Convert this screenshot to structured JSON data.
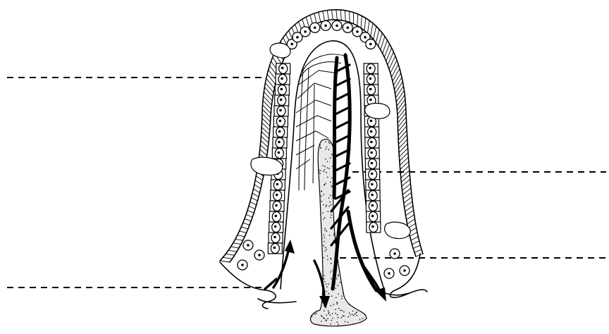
{
  "figure": {
    "subject": "villus",
    "labels": [
      {
        "id": "label-upper-left",
        "text": ""
      },
      {
        "id": "label-lower-left",
        "text": ""
      },
      {
        "id": "label-middle-right",
        "text": ""
      },
      {
        "id": "label-lower-right",
        "text": ""
      }
    ]
  }
}
